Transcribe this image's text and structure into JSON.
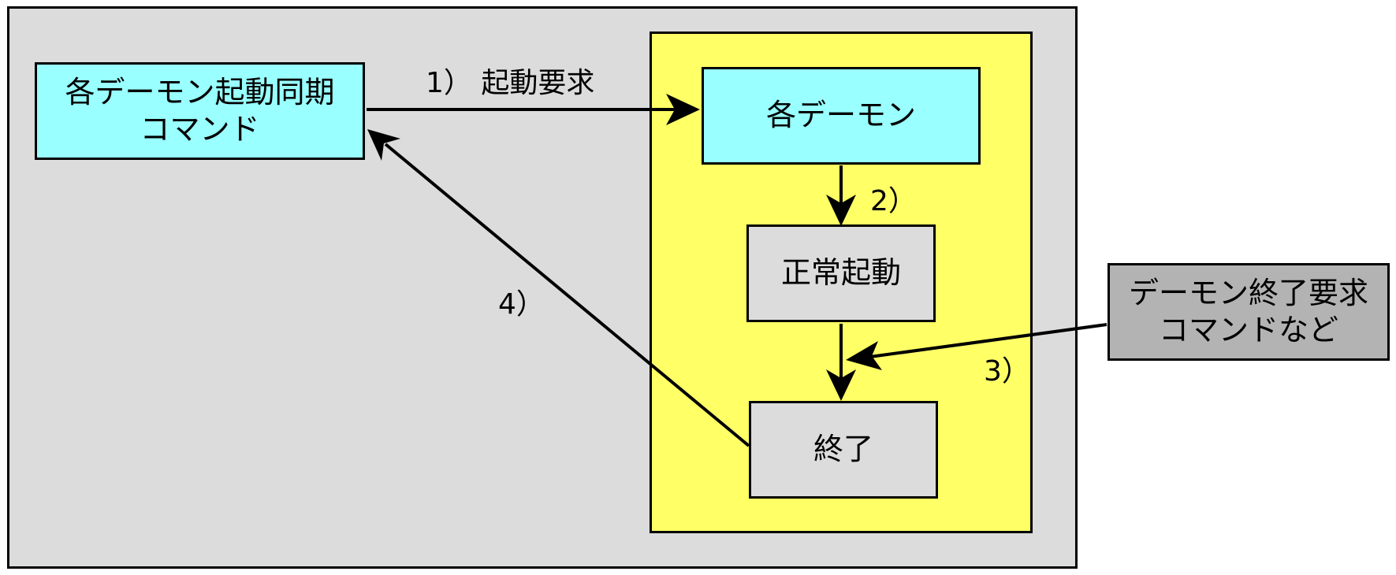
{
  "nodes": {
    "sync_command": "各デーモン起動同期\nコマンド",
    "each_daemon": "各デーモン",
    "normal_start": "正常起動",
    "end": "終了",
    "stop_command": "デーモン終了要求\nコマンドなど"
  },
  "edges": {
    "step1": "1） 起動要求",
    "step2": "2）",
    "step3": "3）",
    "step4": "4）"
  },
  "colors": {
    "outer_background": "#dcdcdc",
    "daemon_area": "#ffff66",
    "highlight_box": "#99ffff",
    "process_box": "#dcdcdc",
    "external_box": "#b3b3b3"
  }
}
